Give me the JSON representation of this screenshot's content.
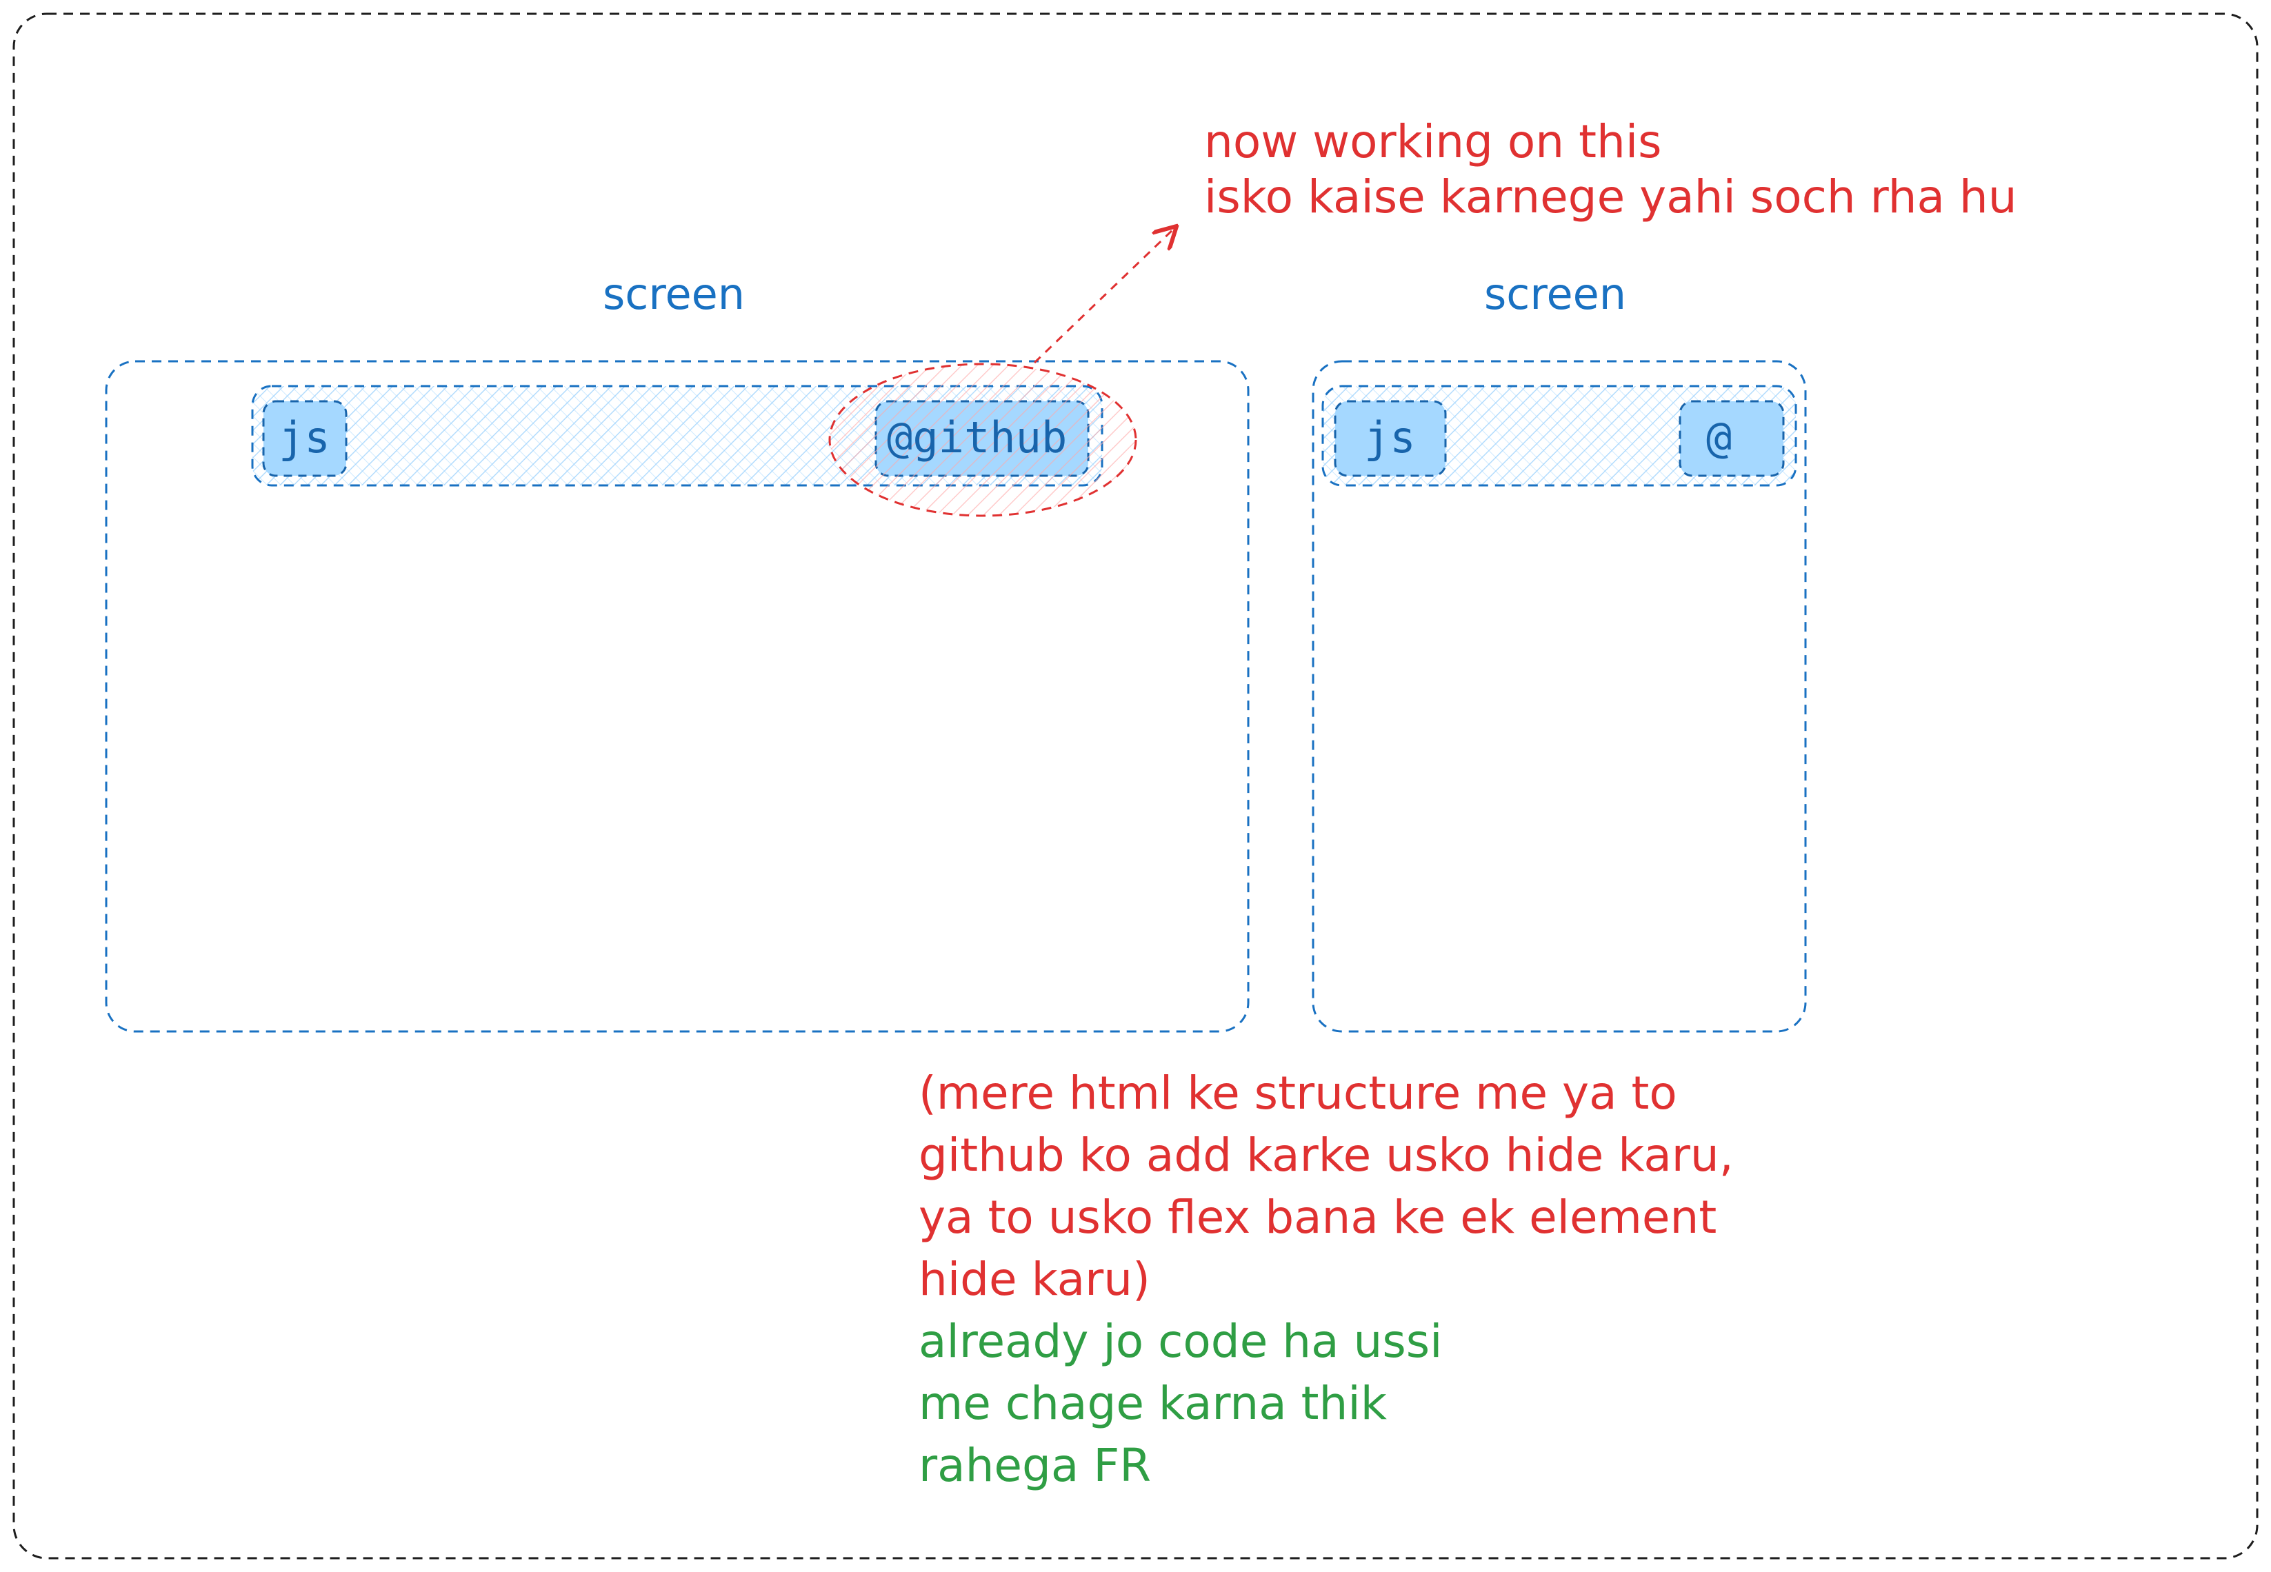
{
  "screens": [
    {
      "title": "screen",
      "left_chip": "js",
      "right_chip": "@github"
    },
    {
      "title": "screen",
      "left_chip": "js",
      "right_chip": "@"
    }
  ],
  "annotation_top": {
    "line1": "now working on this",
    "line2": "isko kaise karnege yahi soch rha hu"
  },
  "annotation_bottom_red": [
    "(mere html ke structure me ya to",
    "github ko add karke usko hide karu,",
    "ya to usko flex bana ke ek element",
    "hide karu)"
  ],
  "annotation_bottom_green": [
    "already jo code ha ussi",
    "me chage karna thik",
    "rahega FR"
  ],
  "colors": {
    "screen_outline": "#1971c2",
    "chip_fill": "#a5d8ff",
    "annotation_red": "#e03131",
    "annotation_green": "#2f9e44",
    "frame_outline": "#1e1e1e"
  }
}
